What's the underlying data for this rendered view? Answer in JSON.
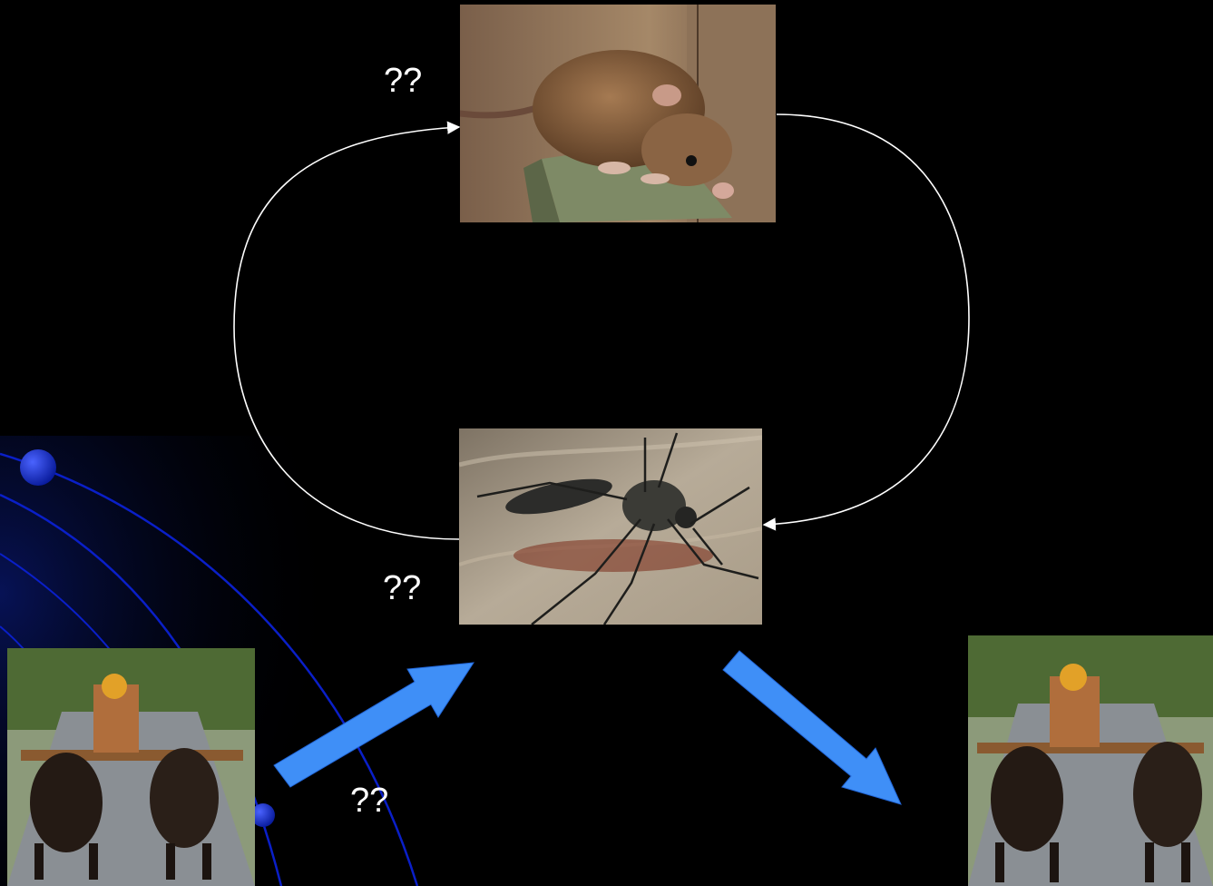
{
  "labels": {
    "rat_unknown": "??",
    "mosquito_unknown": "??",
    "cart_unknown": "??"
  },
  "images": {
    "rat": "rat-photo",
    "mosquito": "mosquito-photo",
    "cart_left": "ox-cart-photo",
    "cart_right": "ox-cart-photo"
  },
  "colors": {
    "background": "#000000",
    "cycle_arrow": "#ffffff",
    "transmission_arrow": "#3f8ff7",
    "decor_orbit": "#0a1fc8",
    "decor_node": "#1228b8"
  }
}
